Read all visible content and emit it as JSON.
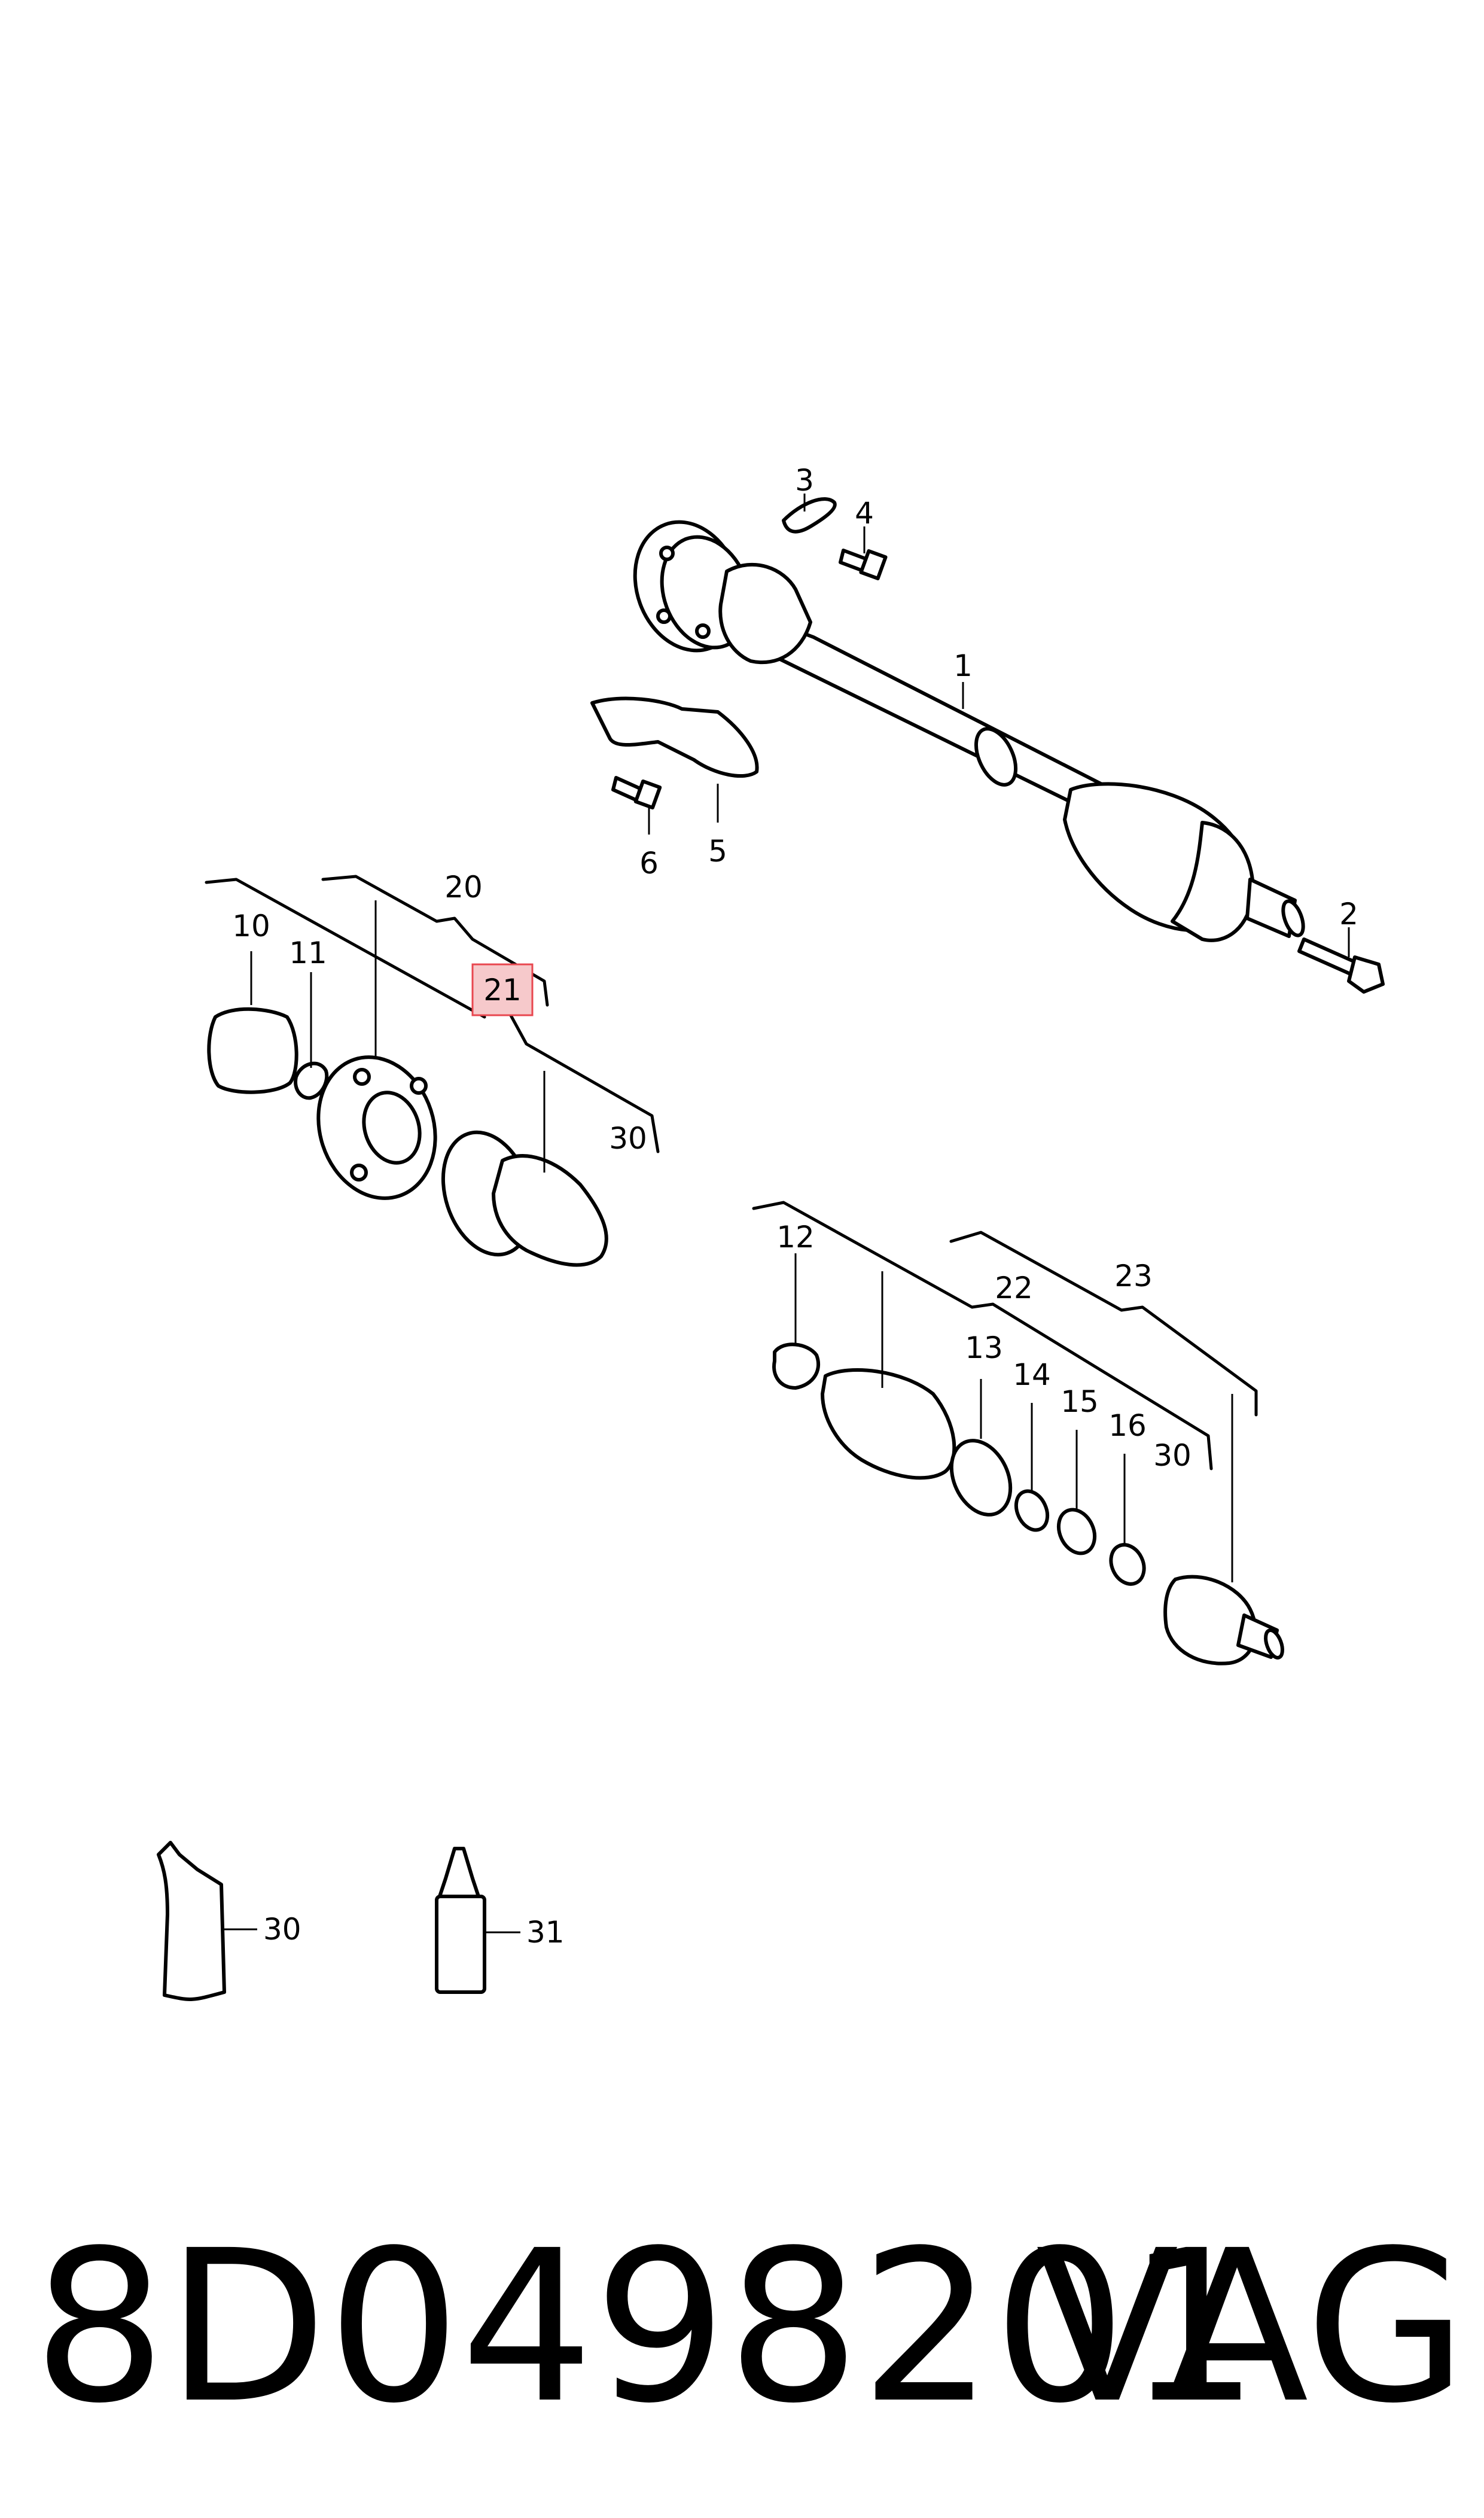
{
  "diagram": {
    "callouts": [
      {
        "id": "c1",
        "label": "1"
      },
      {
        "id": "c2",
        "label": "2"
      },
      {
        "id": "c3",
        "label": "3"
      },
      {
        "id": "c4",
        "label": "4"
      },
      {
        "id": "c5",
        "label": "5"
      },
      {
        "id": "c6",
        "label": "6"
      },
      {
        "id": "c10",
        "label": "10"
      },
      {
        "id": "c11",
        "label": "11"
      },
      {
        "id": "c12",
        "label": "12"
      },
      {
        "id": "c13",
        "label": "13"
      },
      {
        "id": "c14",
        "label": "14"
      },
      {
        "id": "c15",
        "label": "15"
      },
      {
        "id": "c16",
        "label": "16"
      },
      {
        "id": "c20",
        "label": "20"
      },
      {
        "id": "c21",
        "label": "21"
      },
      {
        "id": "c22",
        "label": "22"
      },
      {
        "id": "c23",
        "label": "23"
      },
      {
        "id": "c30a",
        "label": "30"
      },
      {
        "id": "c30b",
        "label": "30"
      },
      {
        "id": "c30c",
        "label": "30"
      },
      {
        "id": "c31",
        "label": "31"
      }
    ],
    "highlight_color": "#e8474f",
    "highlighted_callout": "21"
  },
  "footer": {
    "part_number": "8D0498201",
    "brand": "VAG"
  }
}
